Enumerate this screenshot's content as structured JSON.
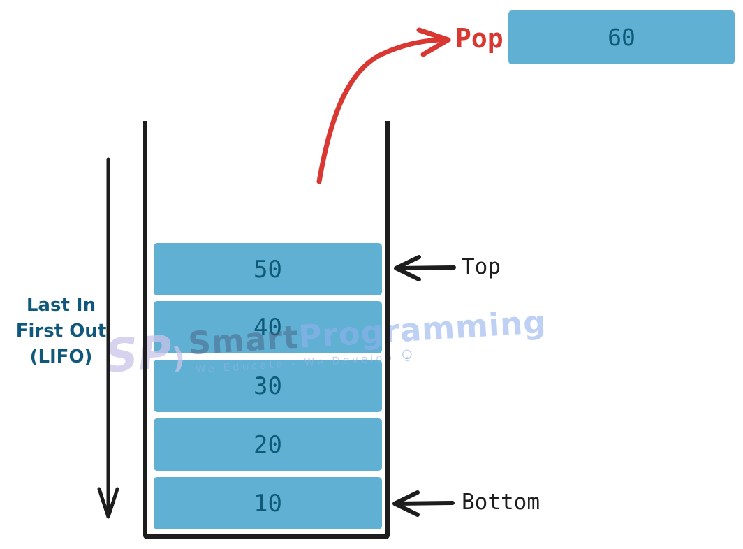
{
  "diagram": {
    "pop": {
      "label": "Pop",
      "popped_value": "60"
    },
    "stack": {
      "elements": [
        "50",
        "40",
        "30",
        "20",
        "10"
      ],
      "top_label": "Top",
      "bottom_label": "Bottom"
    },
    "lifo": {
      "line1": "Last In",
      "line2": "First Out",
      "line3": "(LIFO)"
    },
    "watermark": {
      "logo": "SP",
      "logo_arc": ")",
      "brand_first": "Smart",
      "brand_second": "Programming",
      "tagline": "We Educate - We Develop"
    },
    "colors": {
      "element_fill": "#5FB0D2",
      "element_text": "#0E5A78",
      "pop_red": "#D93732",
      "line_black": "#1D1D1D",
      "lifo_text": "#0F587B"
    }
  }
}
